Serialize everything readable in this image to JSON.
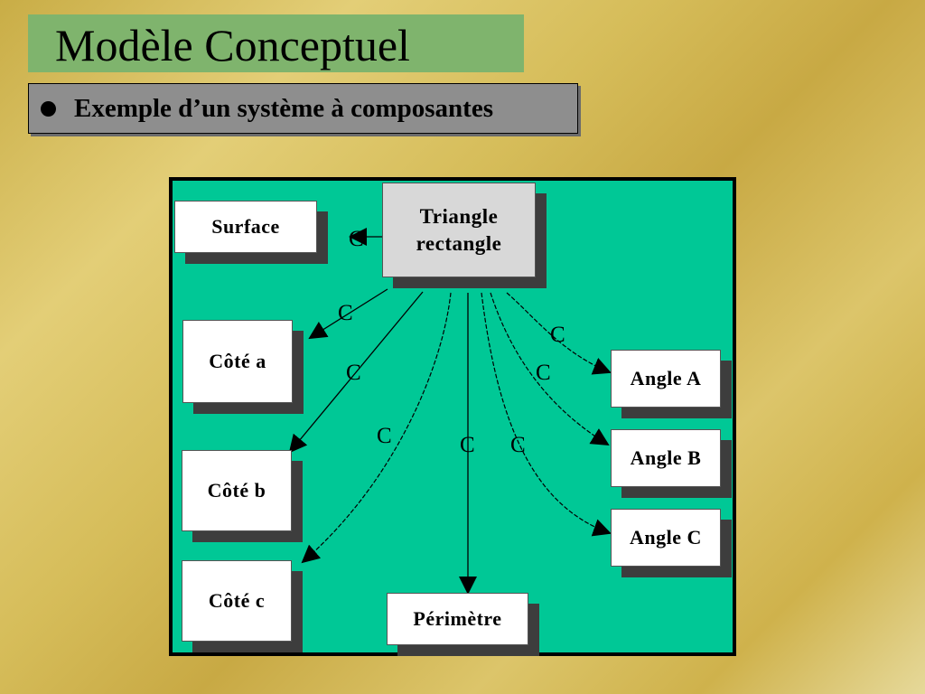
{
  "slide": {
    "title": "Modèle Conceptuel",
    "subtitle": "Exemple d’un système à composantes"
  },
  "diagram": {
    "root": {
      "label": "Triangle\nrectangle"
    },
    "nodes": {
      "surface": "Surface",
      "cote_a": "Côté a",
      "cote_b": "Côté b",
      "cote_c": "Côté c",
      "perimetre": "Périmètre",
      "angle_a": "Angle A",
      "angle_b": "Angle B",
      "angle_c": "Angle C"
    },
    "connection_label": "C",
    "connections": [
      {
        "from": "root",
        "to": "surface",
        "label": "C",
        "style": "solid"
      },
      {
        "from": "root",
        "to": "cote_a",
        "label": "C",
        "style": "solid"
      },
      {
        "from": "root",
        "to": "cote_b",
        "label": "C",
        "style": "solid"
      },
      {
        "from": "root",
        "to": "cote_c",
        "label": "C",
        "style": "dashed"
      },
      {
        "from": "root",
        "to": "perimetre",
        "label": "C",
        "style": "solid"
      },
      {
        "from": "root",
        "to": "angle_a",
        "label": "C",
        "style": "dashed"
      },
      {
        "from": "root",
        "to": "angle_b",
        "label": "C",
        "style": "dashed"
      },
      {
        "from": "root",
        "to": "angle_c",
        "label": "C",
        "style": "dashed"
      }
    ],
    "colors": {
      "background": "#00c896",
      "node_fill": "#ffffff",
      "root_fill": "#d8d8d8",
      "shadow": "#3d3d3d"
    }
  }
}
